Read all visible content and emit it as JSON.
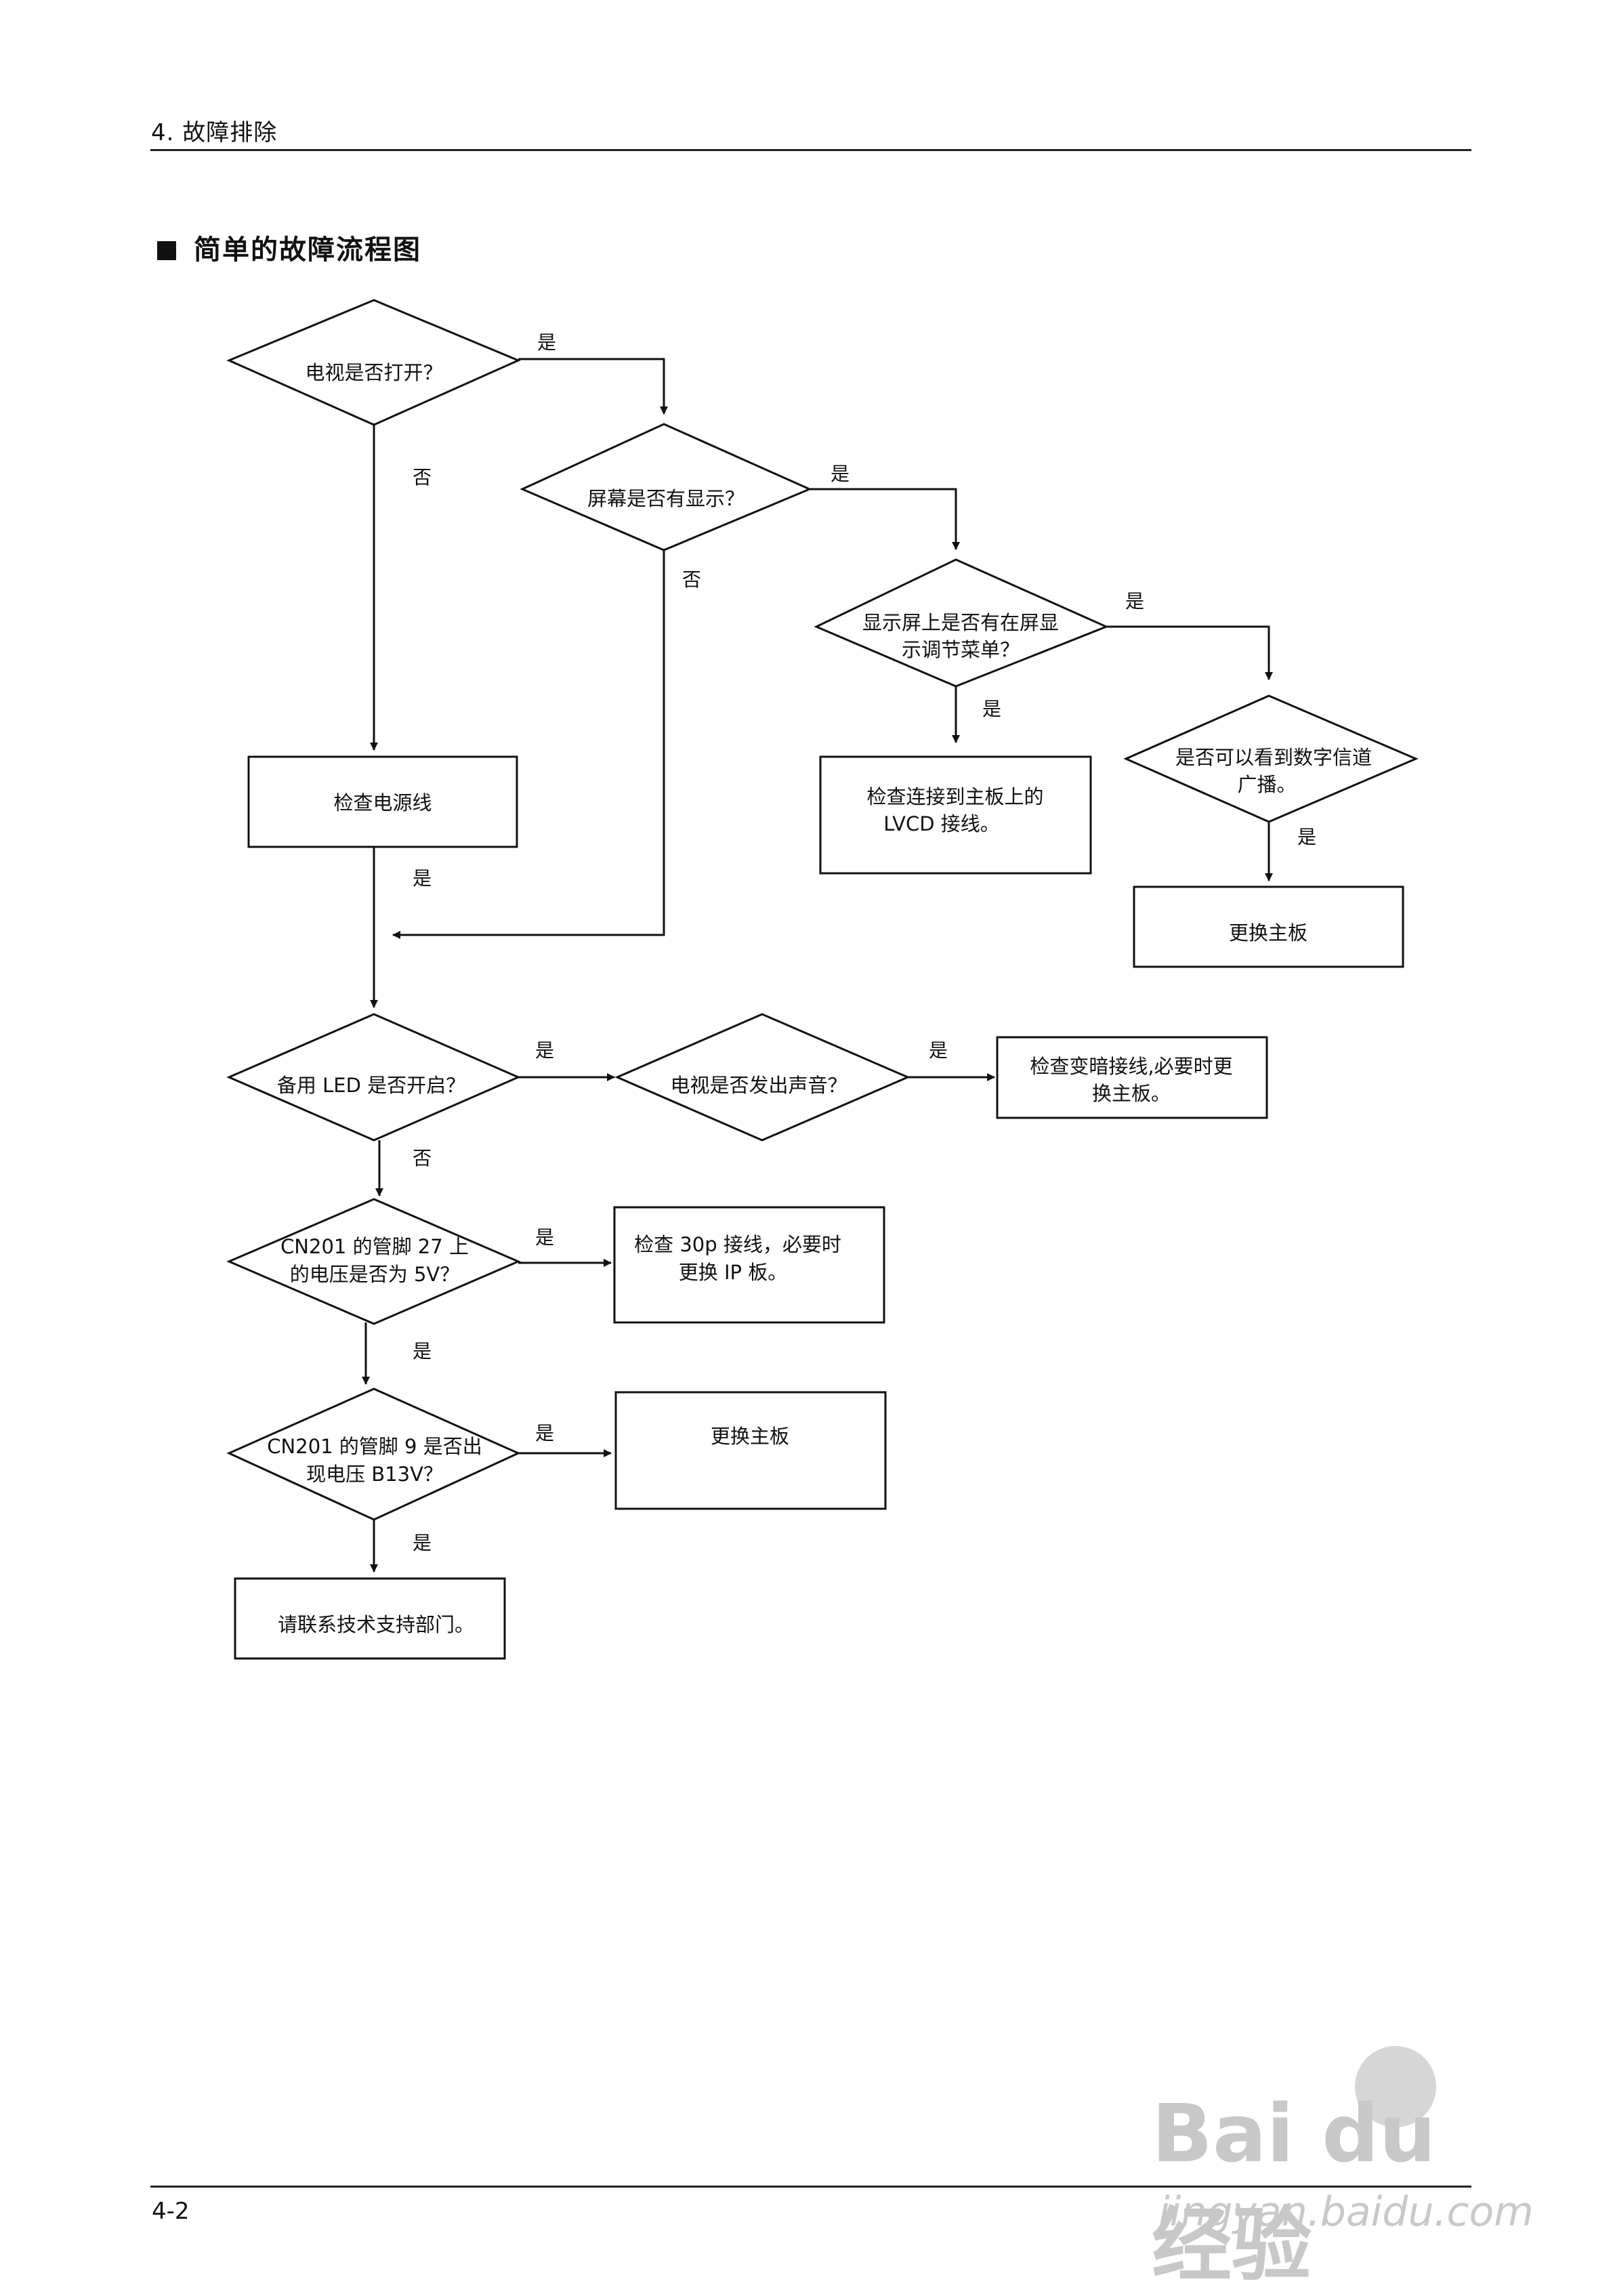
{
  "header": {
    "section": "4.   故障排除"
  },
  "title": "简单的故障流程图",
  "flow": {
    "d1": [
      "电视是否打开？"
    ],
    "d2": [
      "屏幕是否有显示？"
    ],
    "d3": [
      "显示屏上是否有在屏显",
      "示调节菜单？"
    ],
    "d4": [
      "是否可以看到数字信道",
      "广播。"
    ],
    "d5": [
      "备用 LED 是否开启？"
    ],
    "d6": [
      "电视是否发出声音？"
    ],
    "d7": [
      "CN201 的管脚 27 上",
      "的电压是否为 5V？"
    ],
    "d8": [
      "CN201 的管脚 9 是否出",
      "现电压 B13V？"
    ],
    "b1": [
      "检查电源线"
    ],
    "b2": [
      "检查连接到主板上的",
      "LVCD 接线。"
    ],
    "b3": [
      "更换主板"
    ],
    "b4": [
      "检查变暗接线,必要时更",
      "换主板。"
    ],
    "b5": [
      "检查 30p 接线，必要时",
      "更换 IP 板。"
    ],
    "b6": [
      "更换主板"
    ],
    "b7": [
      "请联系技术支持部门。"
    ],
    "yes": "是",
    "no": "否"
  },
  "footer": {
    "page": "4-2"
  },
  "watermark": {
    "brand": "Bai du 经验",
    "url": "jingyan.baidu.com"
  }
}
